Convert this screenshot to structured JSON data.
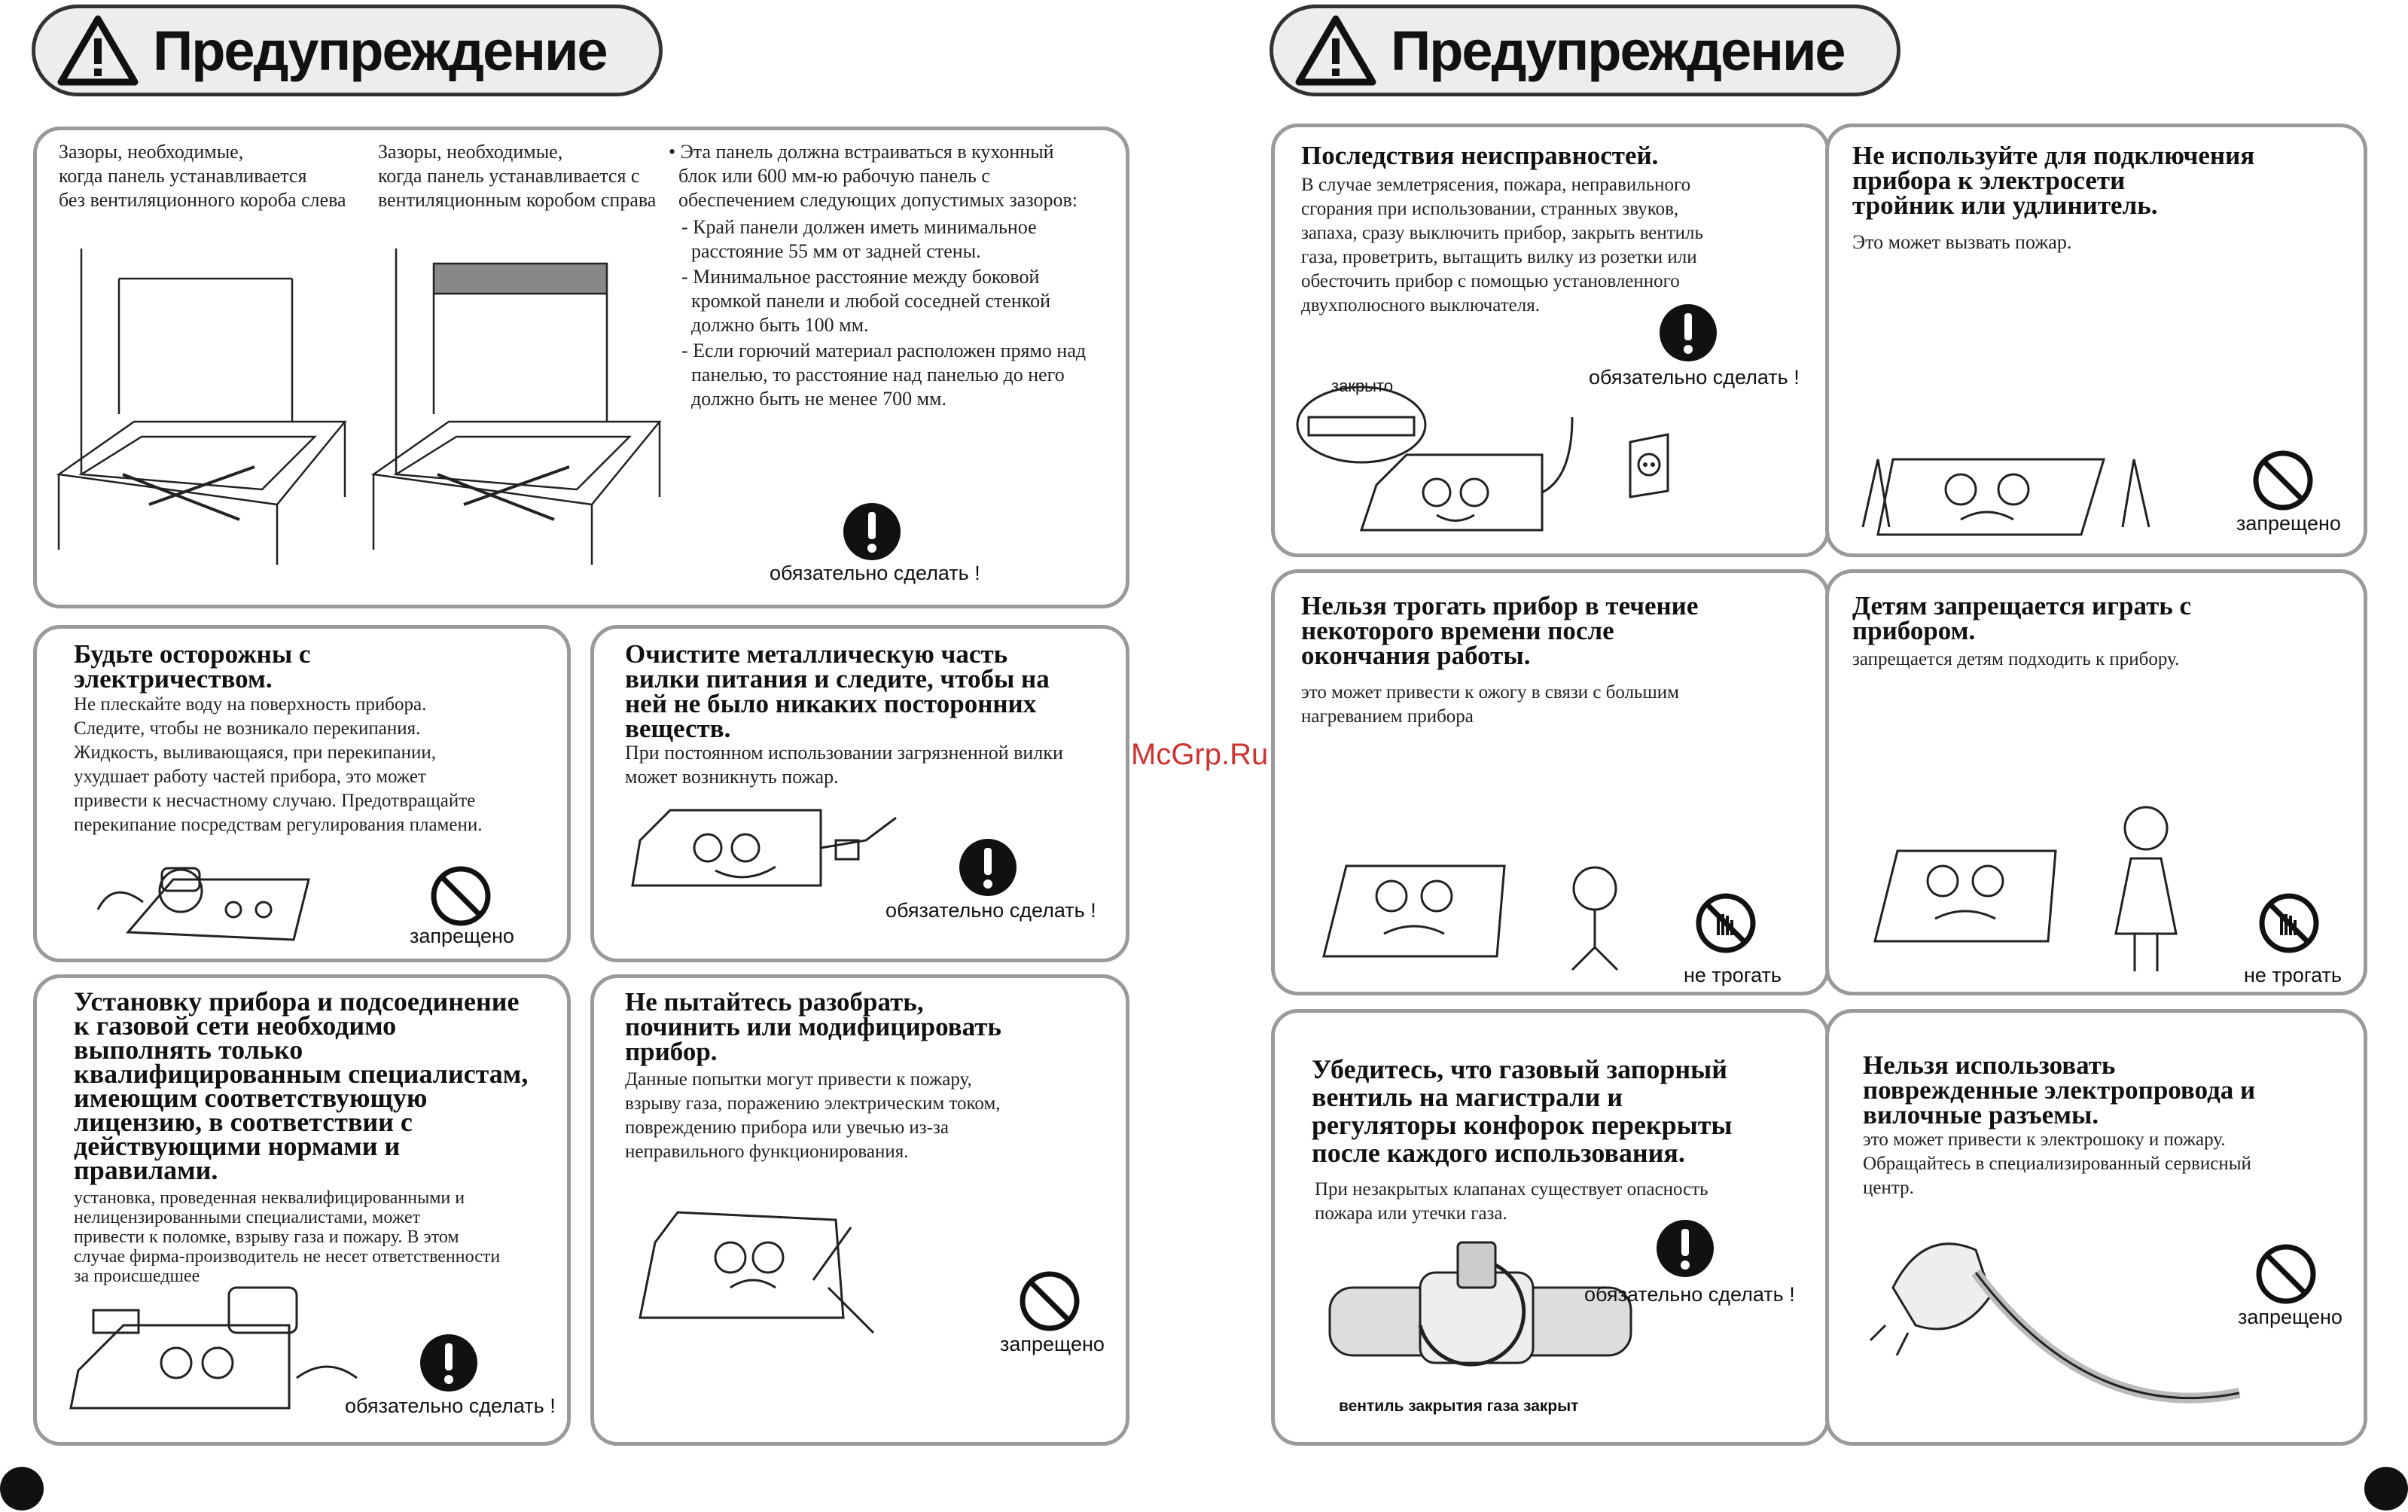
{
  "banner_left": "Предупреждение",
  "banner_right": "Предупреждение",
  "watermark": "McGrp.Ru",
  "top_panel": {
    "cap_left": "Зазоры, необходимые,\nкогда панель устанавливается\nбез вентиляционного короба слева",
    "cap_mid": "Зазоры, необходимые,\nкогда панель устанавливается с\nвентиляционным коробом справа",
    "bullet_main": "• Эта панель должна встраиваться в кухонный\n  блок или 600 мм-ю рабочую панель с\n  обеспечением следующих допустимых зазоров:",
    "sub1": "- Край панели должен иметь минимальное\n  расстояние 55 мм от задней стены.",
    "sub2": "- Минимальное расстояние между боковой\n  кромкой панели и любой соседней стенкой\n  должно быть 100 мм.",
    "sub3": "- Если горючий материал расположен прямо над\n  панелью, то расстояние над панелью до него\n  должно быть не менее 700 мм.",
    "symbol_label": "обязательно сделать !"
  },
  "panel_electric": {
    "heading": "Будьте осторожны с\nэлектричеством.",
    "body": "Не плескайте воду на поверхность прибора.\nСледите, чтобы не возникало перекипания.\nЖидкость, выливающаяся, при перекипании,\nухудшает работу частей прибора, это может\nпривести к несчастному случаю. Предотвращайте\nперекипание посредствам регулирования пламени.",
    "symbol_label": "запрещено"
  },
  "panel_plug": {
    "heading": "Очистите металлическую часть\nвилки питания и следите, чтобы на\nней не было никаких посторонних\nвеществ.",
    "body": "При постоянном использовании загрязненной вилки\nможет возникнуть пожар.",
    "symbol_label": "обязательно сделать !"
  },
  "panel_install": {
    "heading": "Установку прибора и подсоединение\nк газовой сети необходимо\nвыполнять только\nквалифицированным специалистам,\nимеющим соответствующую\nлицензию, в соответствии с\nдействующими нормами и\nправилами.",
    "body": "установка, проведенная неквалифицированными и\nнелицензированными специалистами, может\nпривести к поломке, взрыву газа и пожару. В этом\nслучае фирма-производитель не несет ответственности\nза происшедшее",
    "symbol_label": "обязательно сделать !"
  },
  "panel_disassemble": {
    "heading": "Не пытайтесь разобрать,\nпочинить или модифицировать\nприбор.",
    "body": "Данные попытки могут привести к пожару,\nвзрыву газа, поражению электрическим током,\nповреждению прибора или увечью из-за\nнеправильного функционирования.",
    "symbol_label": "запрещено"
  },
  "panel_malfunction": {
    "heading": "Последствия неисправностей.",
    "body": "В случае землетрясения, пожара, неправильного\nсгорания при использовании, странных звуков,\nзапаха, сразу выключить прибор, закрыть вентиль\nгаза, проветрить, вытащить вилку из розетки или\nобесточить прибор с помощью установленного\nдвухполюсного выключателя.",
    "valve_label": "закрыто",
    "symbol_label": "обязательно сделать !"
  },
  "panel_tee": {
    "heading": "Не используйте для подключения\nприбора к электросети\nтройник или удлинитель.",
    "body": "Это может вызвать пожар.",
    "symbol_label": "запрещено"
  },
  "panel_hot": {
    "heading": "Нельзя трогать прибор в течение\nнекоторого времени после\nокончания работы.",
    "body": "это может привести к ожогу в связи с большим\nнагреванием прибора",
    "symbol_label": "не трогать"
  },
  "panel_children": {
    "heading": "Детям запрещается играть с\nприбором.",
    "body": "запрещается детям подходить к прибору.",
    "symbol_label": "не трогать"
  },
  "panel_valve": {
    "heading": "Убедитесь, что газовый запорный\nвентиль на магистрали и\nрегуляторы конфорок перекрыты\nпосле каждого использования.",
    "body": "При незакрытых клапанах существует опасность\nпожара или утечки газа.",
    "pipe_caption": "вентиль закрытия газа закрыт",
    "symbol_label": "обязательно сделать !"
  },
  "panel_cord": {
    "heading": "Нельзя использовать\nповрежденные электропровода и\nвилочные разъемы.",
    "body": "это может привести к электрошоку и пожару.\nОбращайтесь в специализированный сервисный\nцентр.",
    "symbol_label": "запрещено"
  },
  "colors": {
    "text": "#1a1a1a",
    "border": "#9a9a9a",
    "banner_bg": "#ededed",
    "watermark": "#cc3333"
  }
}
